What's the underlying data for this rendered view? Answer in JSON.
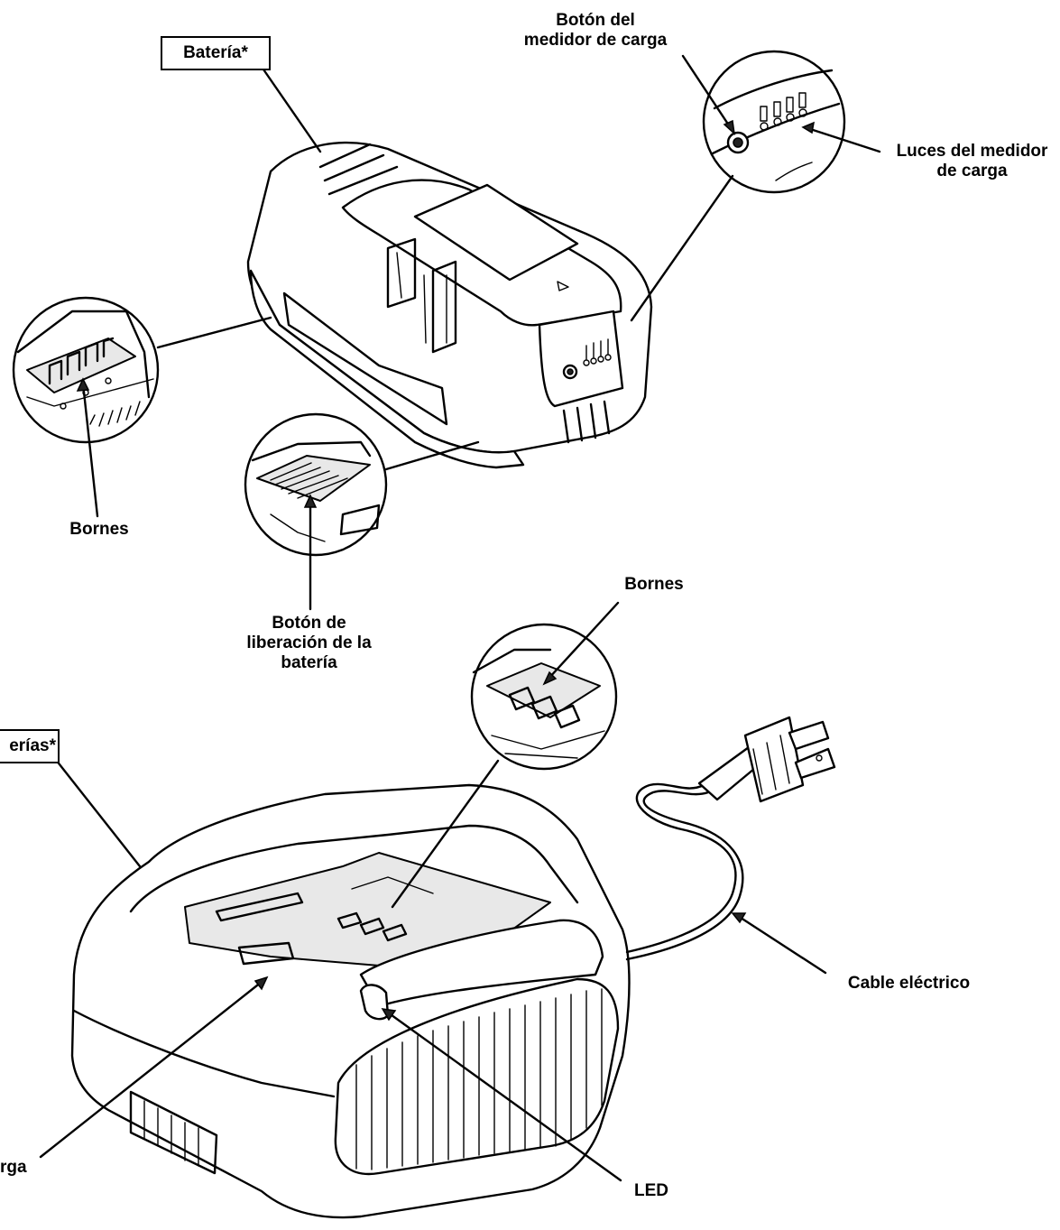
{
  "labels": {
    "battery": "Batería*",
    "charge_gauge_button_line1": "Botón del",
    "charge_gauge_button_line2": "medidor de carga",
    "charge_gauge_lights_line1": "Luces del medidor",
    "charge_gauge_lights_line2": "de carga",
    "battery_terminals": "Bornes",
    "battery_release_line1": "Botón de",
    "battery_release_line2": "liberación de la",
    "battery_release_line3": "batería",
    "charger_terminals": "Bornes",
    "charger_partial": "erías*",
    "power_cord": "Cable eléctrico",
    "charge_port_partial": "rga",
    "led": "LED"
  },
  "colors": {
    "ink": "#000000",
    "background": "#ffffff",
    "shade": "#e8e8e8"
  }
}
